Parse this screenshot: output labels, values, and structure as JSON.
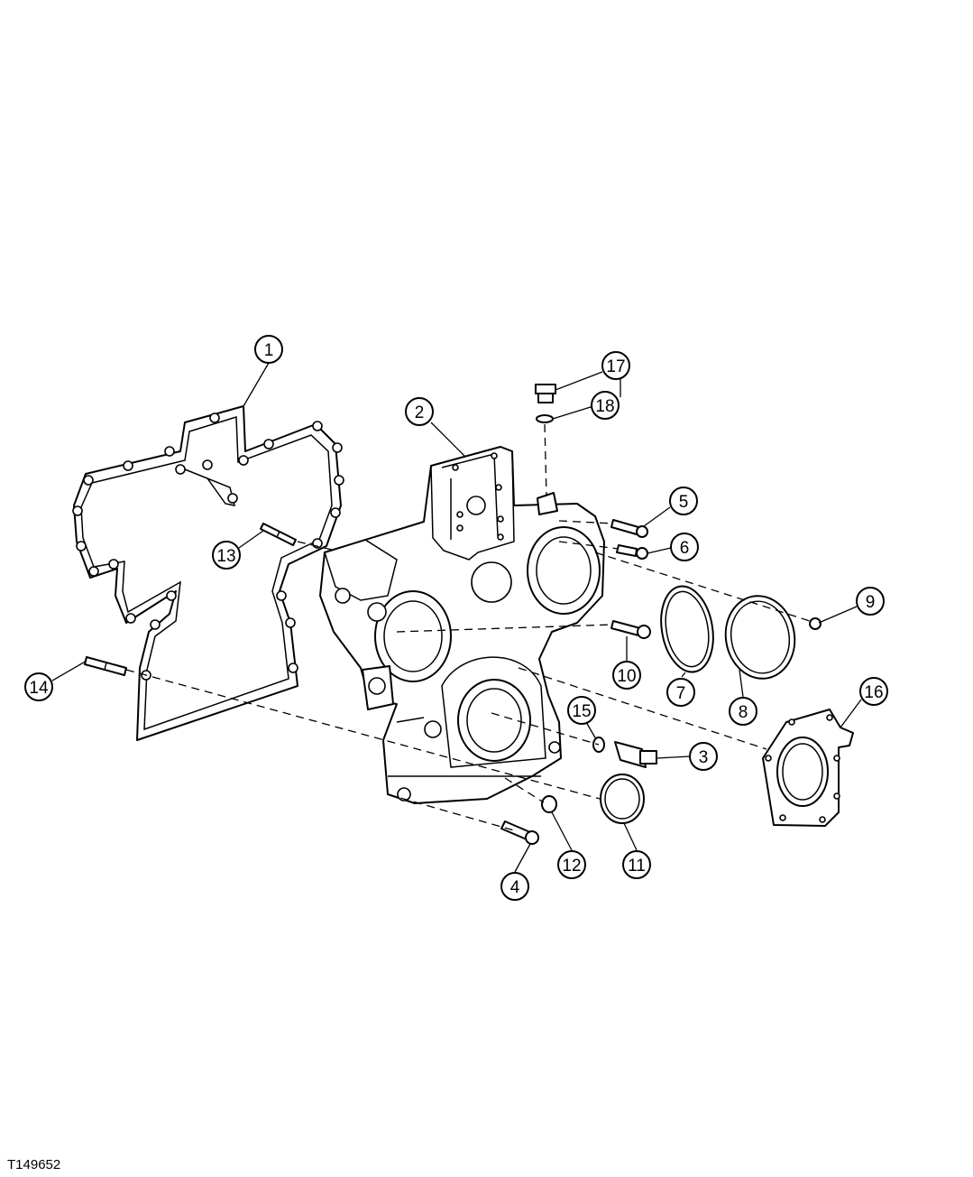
{
  "figure": {
    "id_label": "T149652"
  },
  "callouts": [
    {
      "label": "1"
    },
    {
      "label": "2"
    },
    {
      "label": "3"
    },
    {
      "label": "4"
    },
    {
      "label": "5"
    },
    {
      "label": "6"
    },
    {
      "label": "7"
    },
    {
      "label": "8"
    },
    {
      "label": "9"
    },
    {
      "label": "10"
    },
    {
      "label": "11"
    },
    {
      "label": "12"
    },
    {
      "label": "13"
    },
    {
      "label": "14"
    },
    {
      "label": "15"
    },
    {
      "label": "16"
    },
    {
      "label": "17"
    },
    {
      "label": "18"
    }
  ]
}
